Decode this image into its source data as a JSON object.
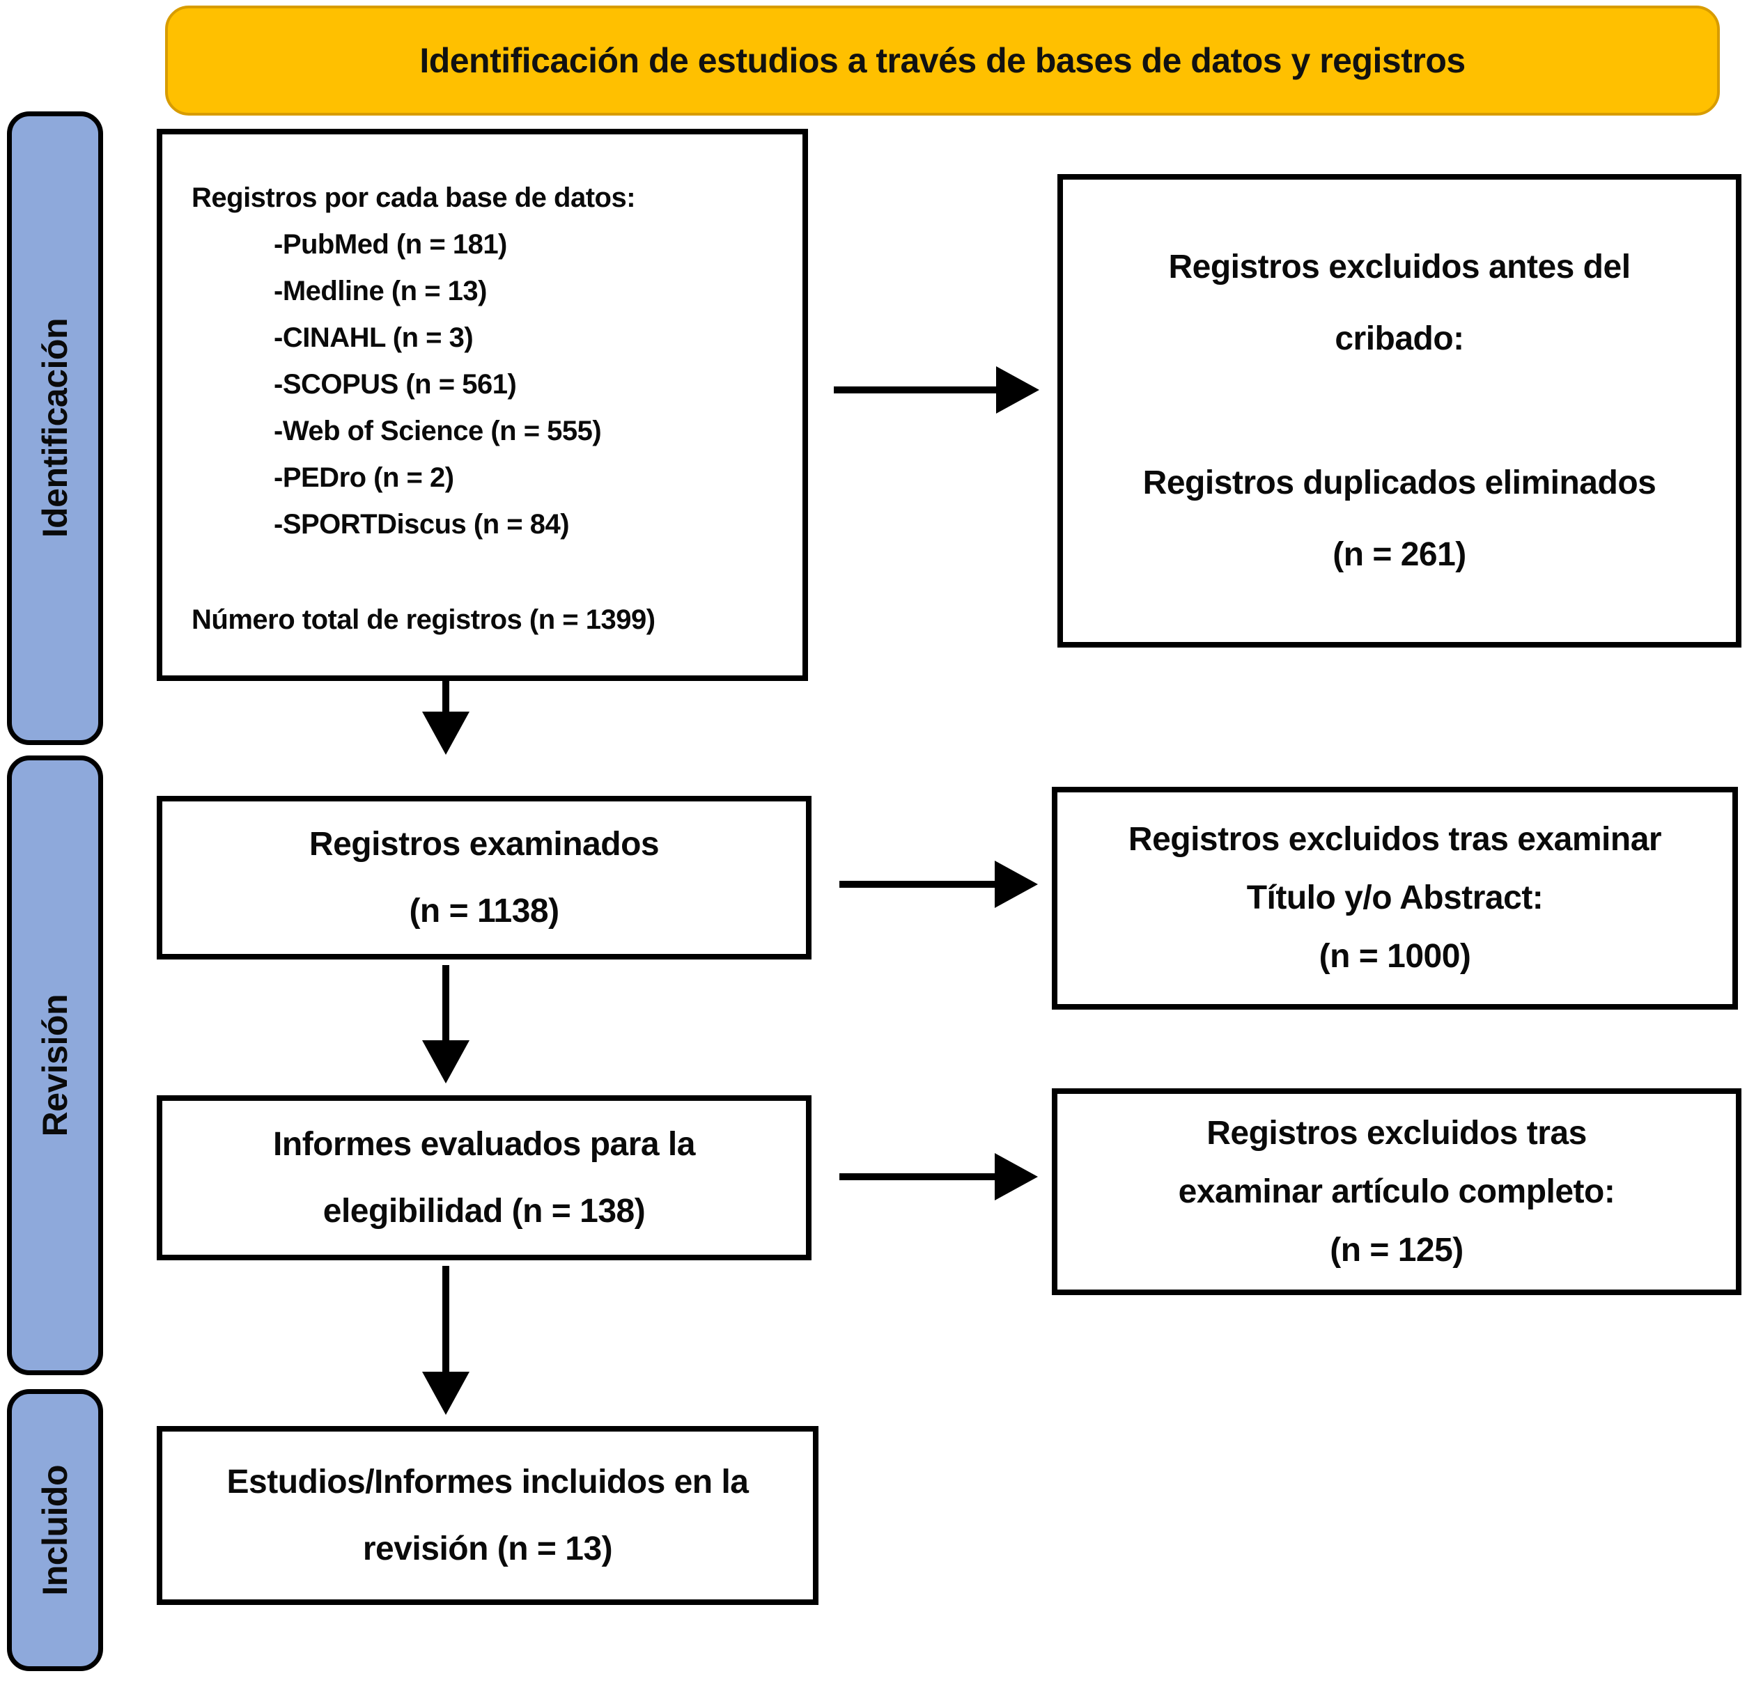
{
  "colors": {
    "banner_bg": "#FFC000",
    "banner_border": "#d89c00",
    "stage_bg": "#8EA9DB",
    "box_border": "#000000",
    "text": "#0a0a0a"
  },
  "banner": {
    "title": "Identificación de estudios a través de bases de datos y registros"
  },
  "stages": {
    "identification": "Identificación",
    "screening": "Revisión",
    "included": "Incluido"
  },
  "databases_box": {
    "heading": "Registros por cada base de datos:",
    "items": [
      "-PubMed (n = 181)",
      "-Medline (n = 13)",
      "-CINAHL (n = 3)",
      "-SCOPUS (n = 561)",
      "-Web of Science (n = 555)",
      "-PEDro (n = 2)",
      "-SPORTDiscus (n = 84)"
    ],
    "total": "Número total de registros (n = 1399)"
  },
  "excluded_before_box": {
    "line1": "Registros excluidos antes del",
    "line2": "cribado:",
    "line3": "Registros duplicados eliminados",
    "line4": "(n = 261)"
  },
  "screened_box": {
    "line1": "Registros examinados",
    "line2": "(n = 1138)"
  },
  "excluded_title_abstract_box": {
    "line1": "Registros excluidos tras examinar",
    "line2": "Título y/o Abstract:",
    "line3": "(n = 1000)"
  },
  "eligibility_box": {
    "line1": "Informes evaluados para la",
    "line2": "elegibilidad (n = 138)"
  },
  "excluded_fulltext_box": {
    "line1": "Registros excluidos tras",
    "line2": "examinar artículo completo:",
    "line3": "(n = 125)"
  },
  "included_box": {
    "line1": "Estudios/Informes incluidos en la",
    "line2": "revisión (n = 13)"
  }
}
